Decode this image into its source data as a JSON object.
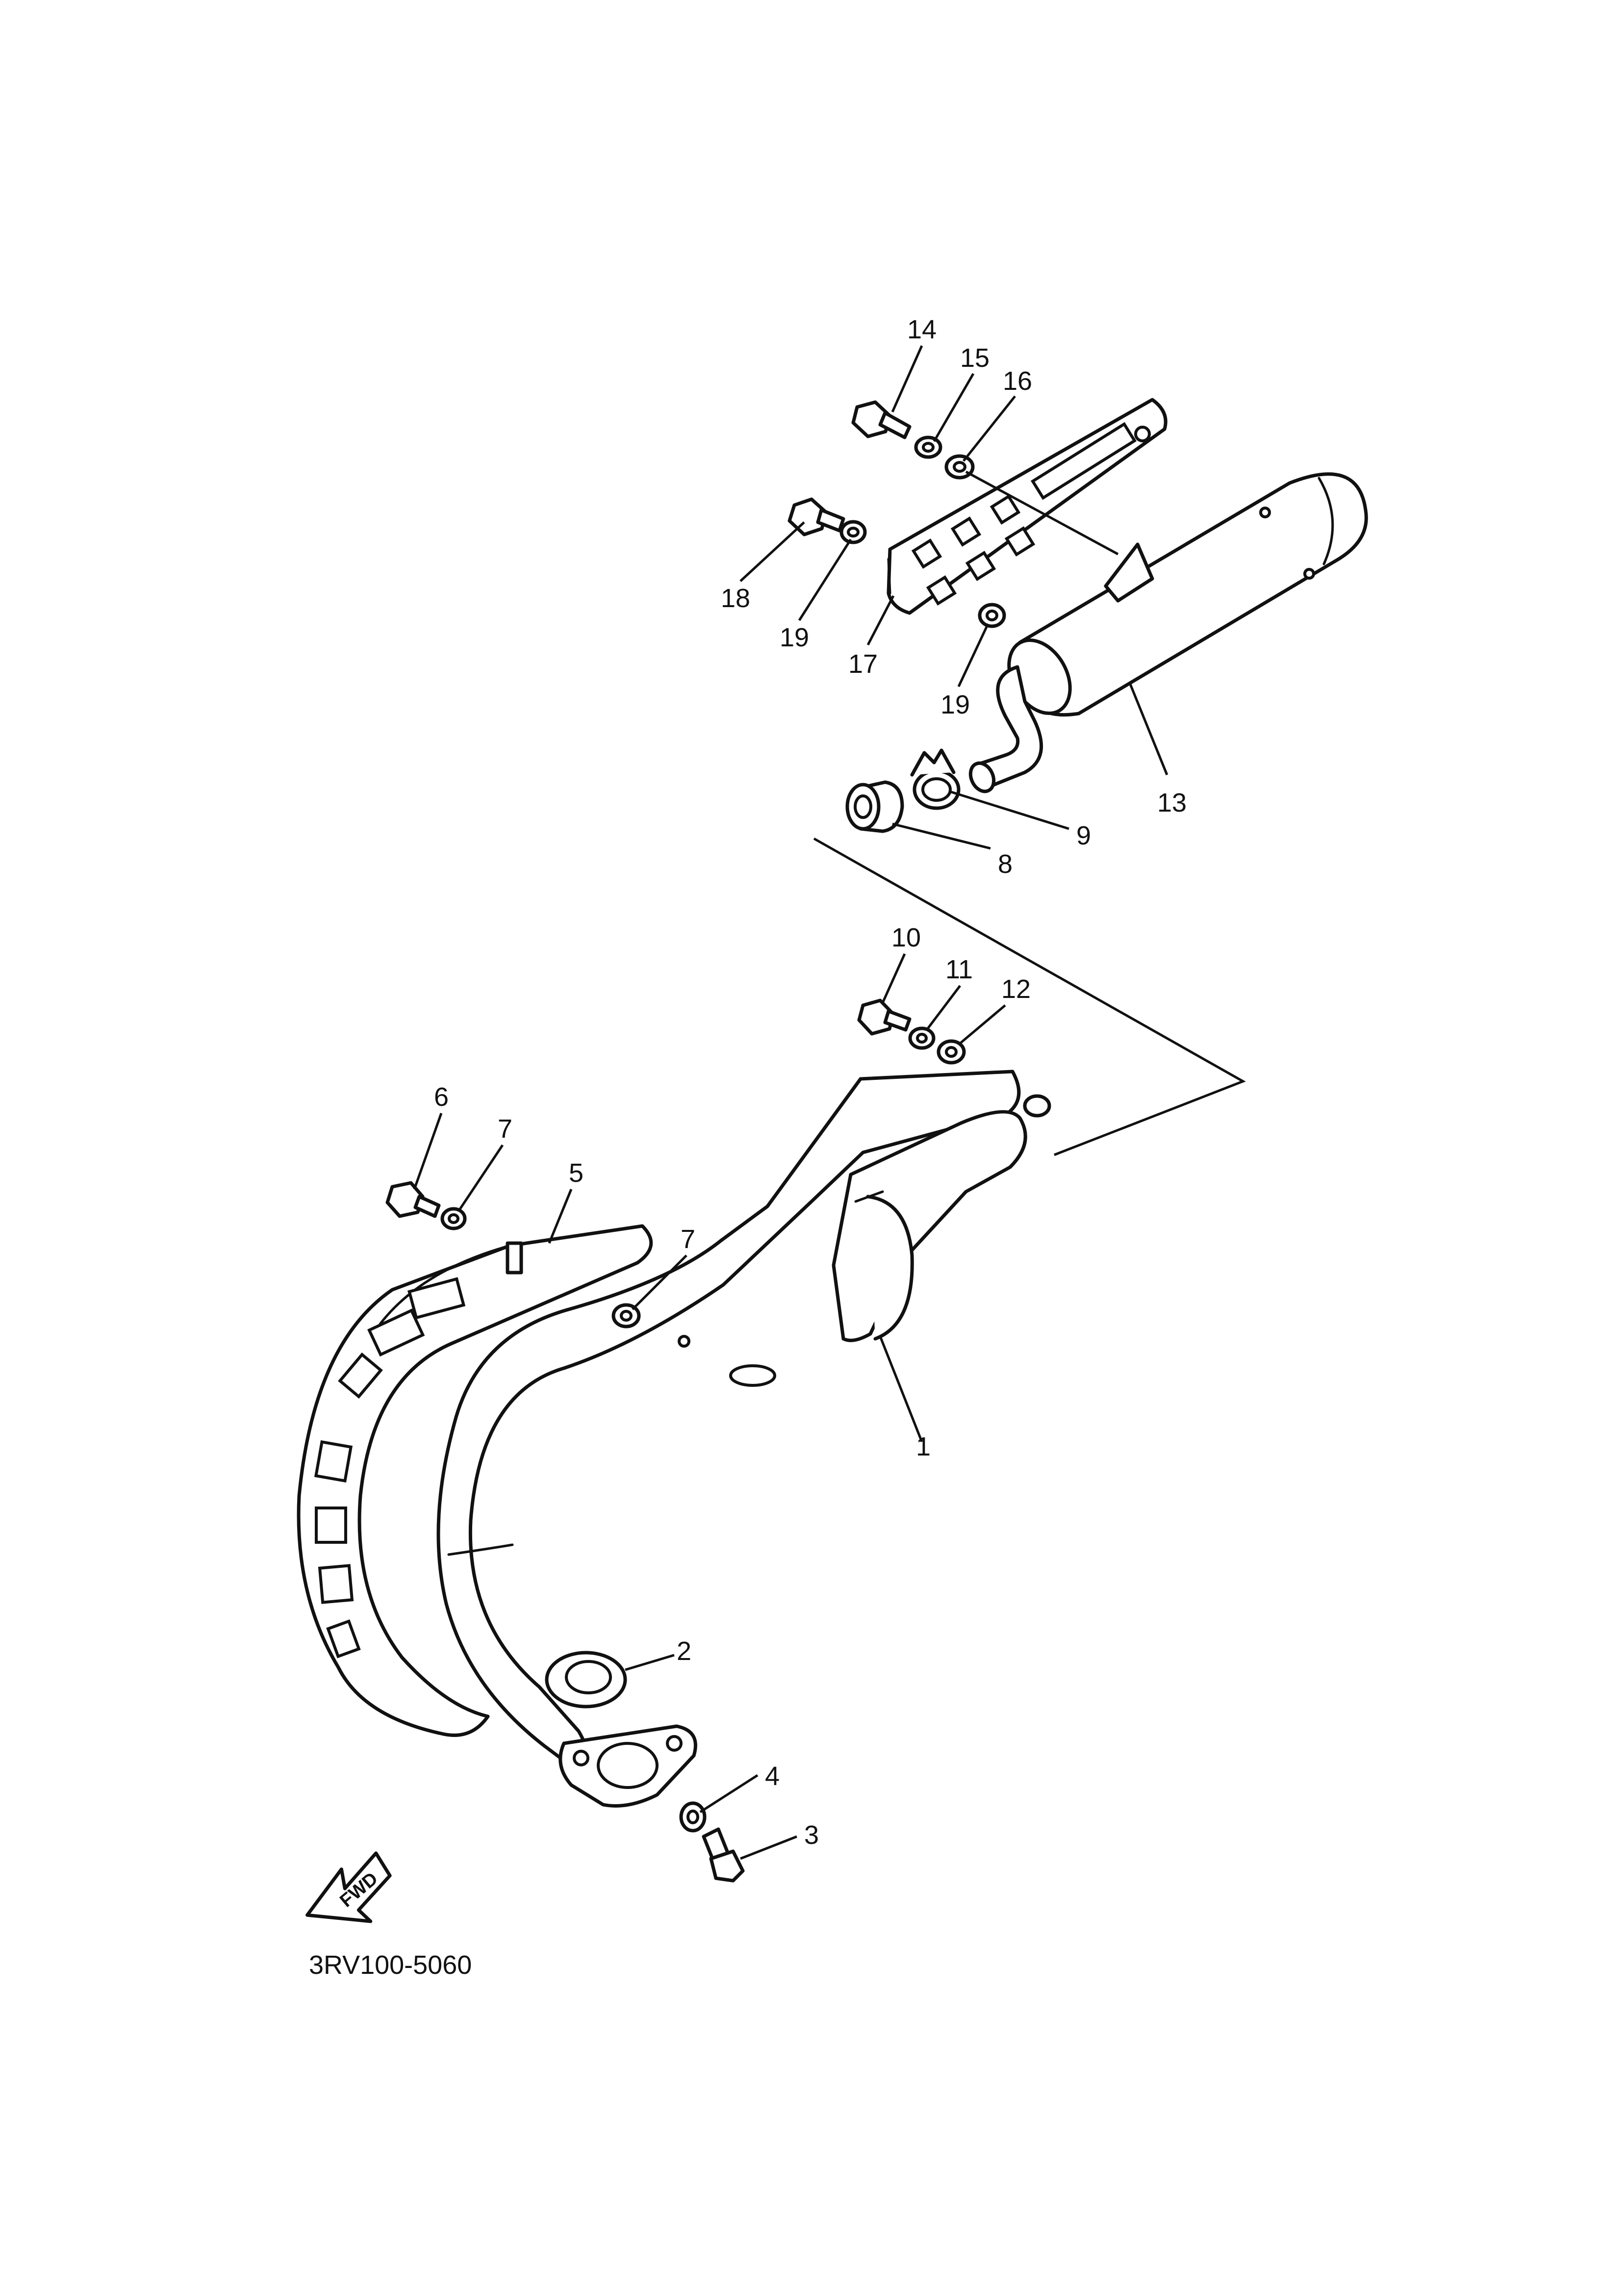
{
  "diagram_code": "3RV100-5060",
  "fwd_label": "FWD",
  "callouts": {
    "c1": "1",
    "c2": "2",
    "c3": "3",
    "c4": "4",
    "c5": "5",
    "c6": "6",
    "c7a": "7",
    "c7b": "7",
    "c8": "8",
    "c9": "9",
    "c10": "10",
    "c11": "11",
    "c12": "12",
    "c13": "13",
    "c14": "14",
    "c15": "15",
    "c16": "16",
    "c17": "17",
    "c18": "18",
    "c19a": "19",
    "c19b": "19"
  }
}
